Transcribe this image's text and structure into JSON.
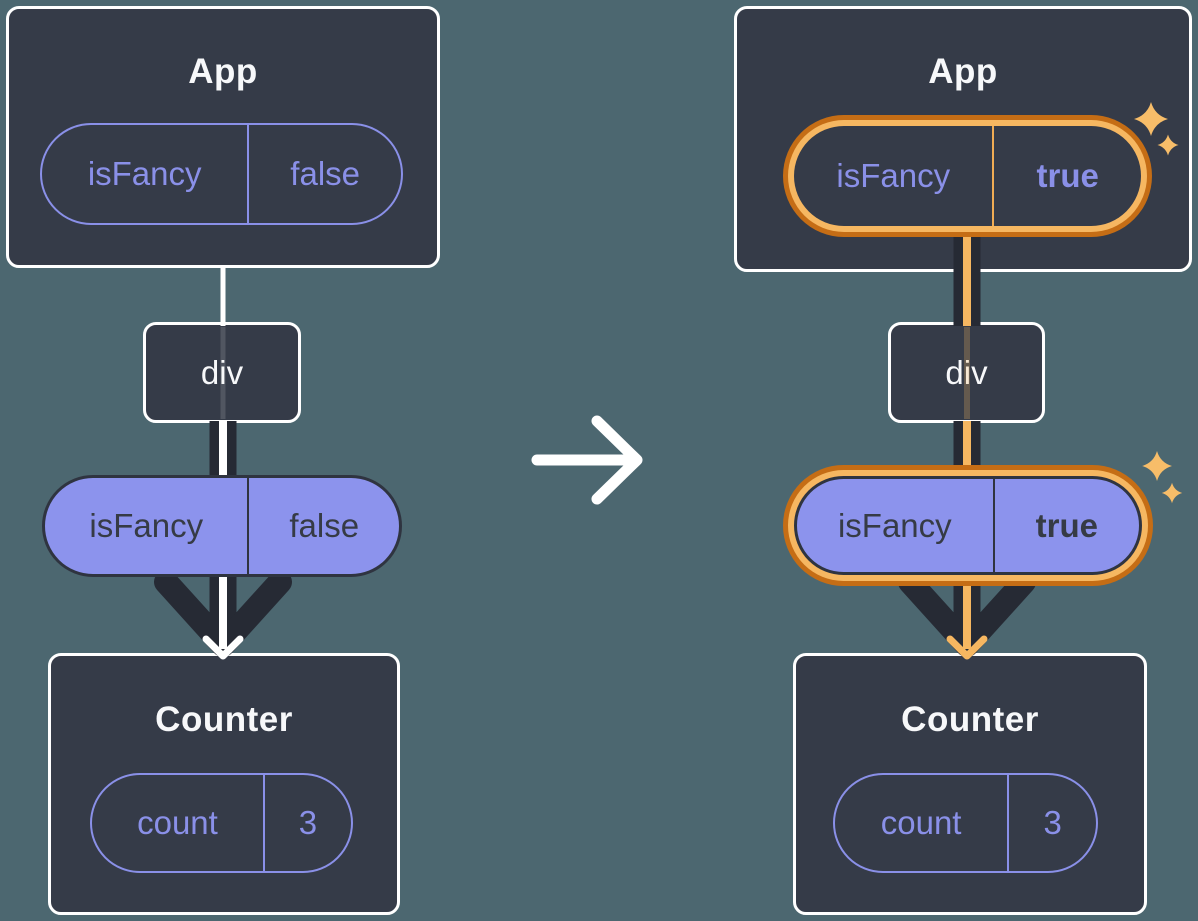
{
  "page": {
    "background": "#4C6770",
    "description": "React prop flow diagram: before and after isFancy changes from false to true"
  },
  "colors": {
    "box_fill": "#353B48",
    "box_border": "#FFFFFF",
    "purple_stroke": "#8A90E8",
    "purple_fill": "#8C93ED",
    "dark_text": "#363B45",
    "dark_line": "#262A34",
    "orange_dark": "#C56D15",
    "orange_light": "#F6B761",
    "sparkle": "#F7BD69",
    "white_line": "#FFFFFF"
  },
  "before": {
    "app": {
      "title": "App",
      "prop_name": "isFancy",
      "prop_value": "false"
    },
    "div": {
      "label": "div"
    },
    "passed_prop": {
      "name": "isFancy",
      "value": "false"
    },
    "counter": {
      "title": "Counter",
      "state_name": "count",
      "state_value": "3"
    }
  },
  "after": {
    "app": {
      "title": "App",
      "prop_name": "isFancy",
      "prop_value": "true"
    },
    "div": {
      "label": "div"
    },
    "passed_prop": {
      "name": "isFancy",
      "value": "true"
    },
    "counter": {
      "title": "Counter",
      "state_name": "count",
      "state_value": "3"
    }
  },
  "icons": {
    "transition_arrow": "right-arrow",
    "prop_flow_arrow": "down-arrow",
    "sparkle": "four-point-star"
  }
}
